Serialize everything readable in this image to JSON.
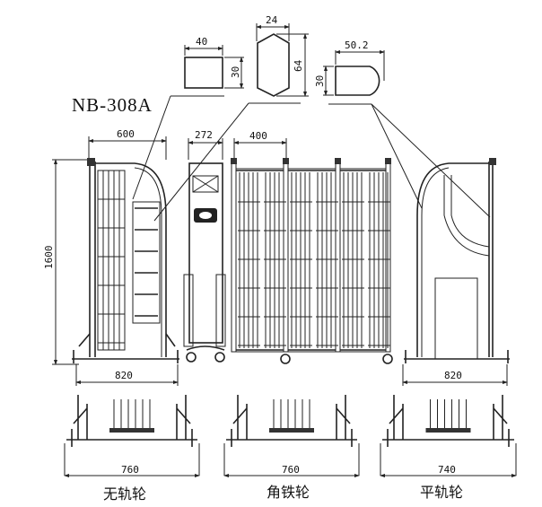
{
  "model": "NB-308A",
  "profiles": {
    "rect": {
      "width": "40",
      "height": "30"
    },
    "hexagon": {
      "width": "24",
      "height": "64"
    },
    "rounded": {
      "width": "50.2",
      "height": "30"
    }
  },
  "main_views": {
    "left_width": "600",
    "post_width": "272",
    "panel_width": "400",
    "height": "1600",
    "left_base": "820",
    "right_base": "820"
  },
  "wheel_types": [
    {
      "label": "无轨轮",
      "width": "760"
    },
    {
      "label": "角铁轮",
      "width": "760"
    },
    {
      "label": "平轨轮",
      "width": "740"
    }
  ]
}
